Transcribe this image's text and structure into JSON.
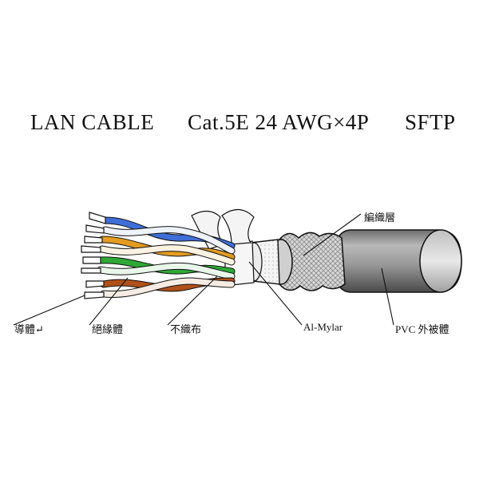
{
  "title": {
    "part1": "LAN CABLE",
    "part2": "Cat.5E 24 AWG×4P",
    "part3": "SFTP"
  },
  "labels": {
    "braid": "編織層",
    "conductor": "導體↵",
    "insulation": "絕緣體",
    "nonwoven": "不織布",
    "mylar": "Al-Mylar",
    "jacket": "PVC 外被體"
  },
  "colors": {
    "blue": "#3f6ed8",
    "orange": "#e39b22",
    "green": "#2ea836",
    "brown": "#b0501b",
    "jacket": "#8e8e8e",
    "braid": "#bdbdbd"
  }
}
